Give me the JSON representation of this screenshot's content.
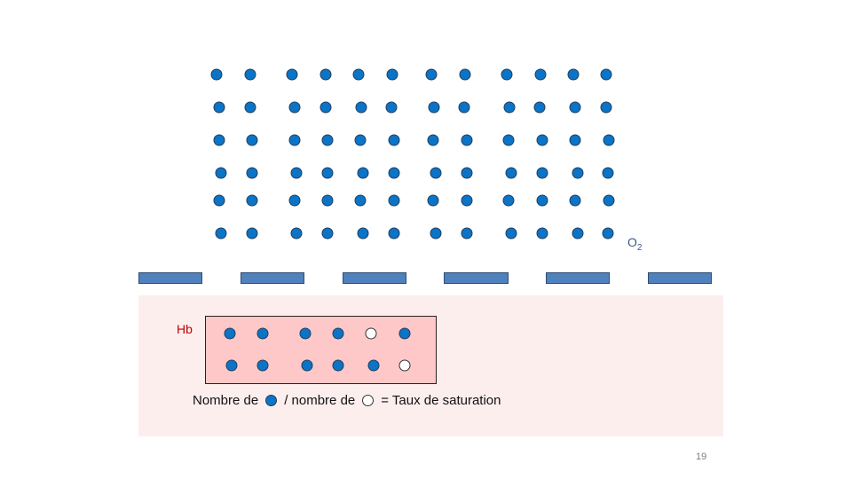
{
  "labels": {
    "gas_base": "O",
    "gas_sub": "2",
    "hb": "Hb",
    "legend_part1": "Nombre de",
    "legend_part2": "/ nombre de",
    "legend_part3": "= Taux de saturation",
    "page_number": "19"
  },
  "colors": {
    "filled_dot": "#0b74c6",
    "empty_dot": "#ffffff",
    "membrane": "#4f81bd",
    "blood_zone": "#fdeeee",
    "hb_box": "#ffc8c8",
    "hb_label": "#c00000"
  },
  "counts": {
    "o2_molecules": 72,
    "hb_filled": 10,
    "hb_empty": 2
  }
}
